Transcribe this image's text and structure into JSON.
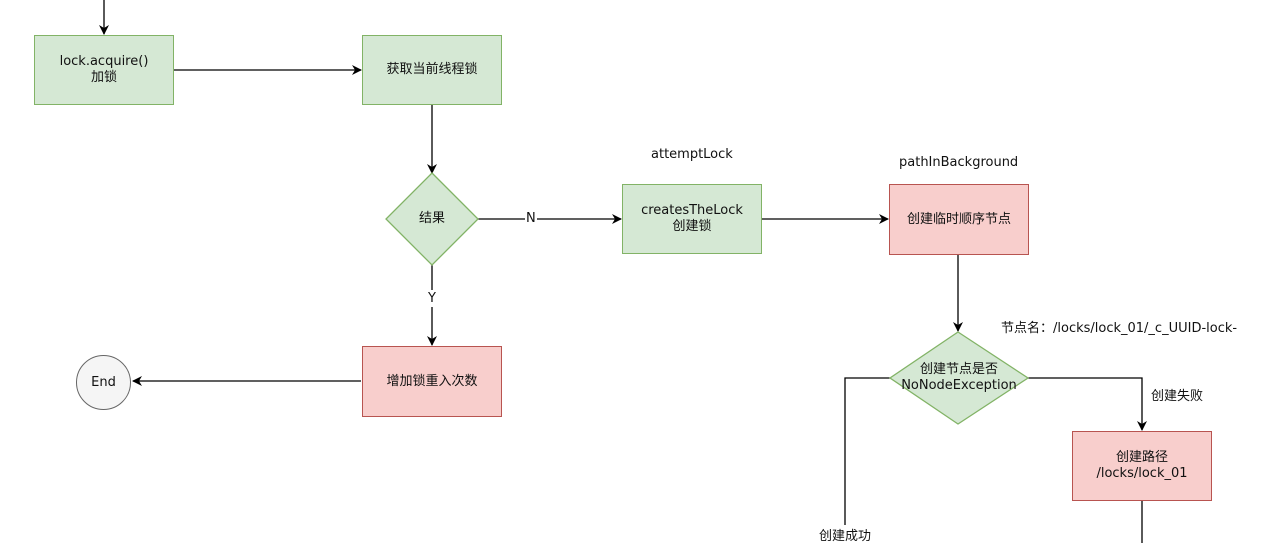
{
  "nodes": {
    "acquire": {
      "line1": "lock.acquire()",
      "line2": "加锁"
    },
    "get_thread_lock": {
      "text": "获取当前线程锁"
    },
    "result": {
      "text": "结果"
    },
    "creates_the_lock": {
      "line1": "createsTheLock",
      "line2": "创建锁"
    },
    "create_temp_node": {
      "text": "创建临时顺序节点"
    },
    "increase_reentry": {
      "text": "增加锁重入次数"
    },
    "end": {
      "text": "End"
    },
    "check_node": {
      "line1": "创建节点是否",
      "line2": "NoNodeException"
    },
    "create_path": {
      "line1": "创建路径",
      "line2": "/locks/lock_01"
    }
  },
  "notes": {
    "attempt_lock": "attemptLock",
    "path_in_background": "pathInBackground",
    "node_name": "节点名：/locks/lock_01/_c_UUID-lock-"
  },
  "edge_labels": {
    "n": "N",
    "y": "Y",
    "create_failed": "创建失败",
    "create_success": "创建成功"
  },
  "colors": {
    "green_fill": "#d5e8d4",
    "green_stroke": "#82b366",
    "red_fill": "#f8cecc",
    "red_stroke": "#b85450",
    "end_fill": "#f5f5f5"
  }
}
